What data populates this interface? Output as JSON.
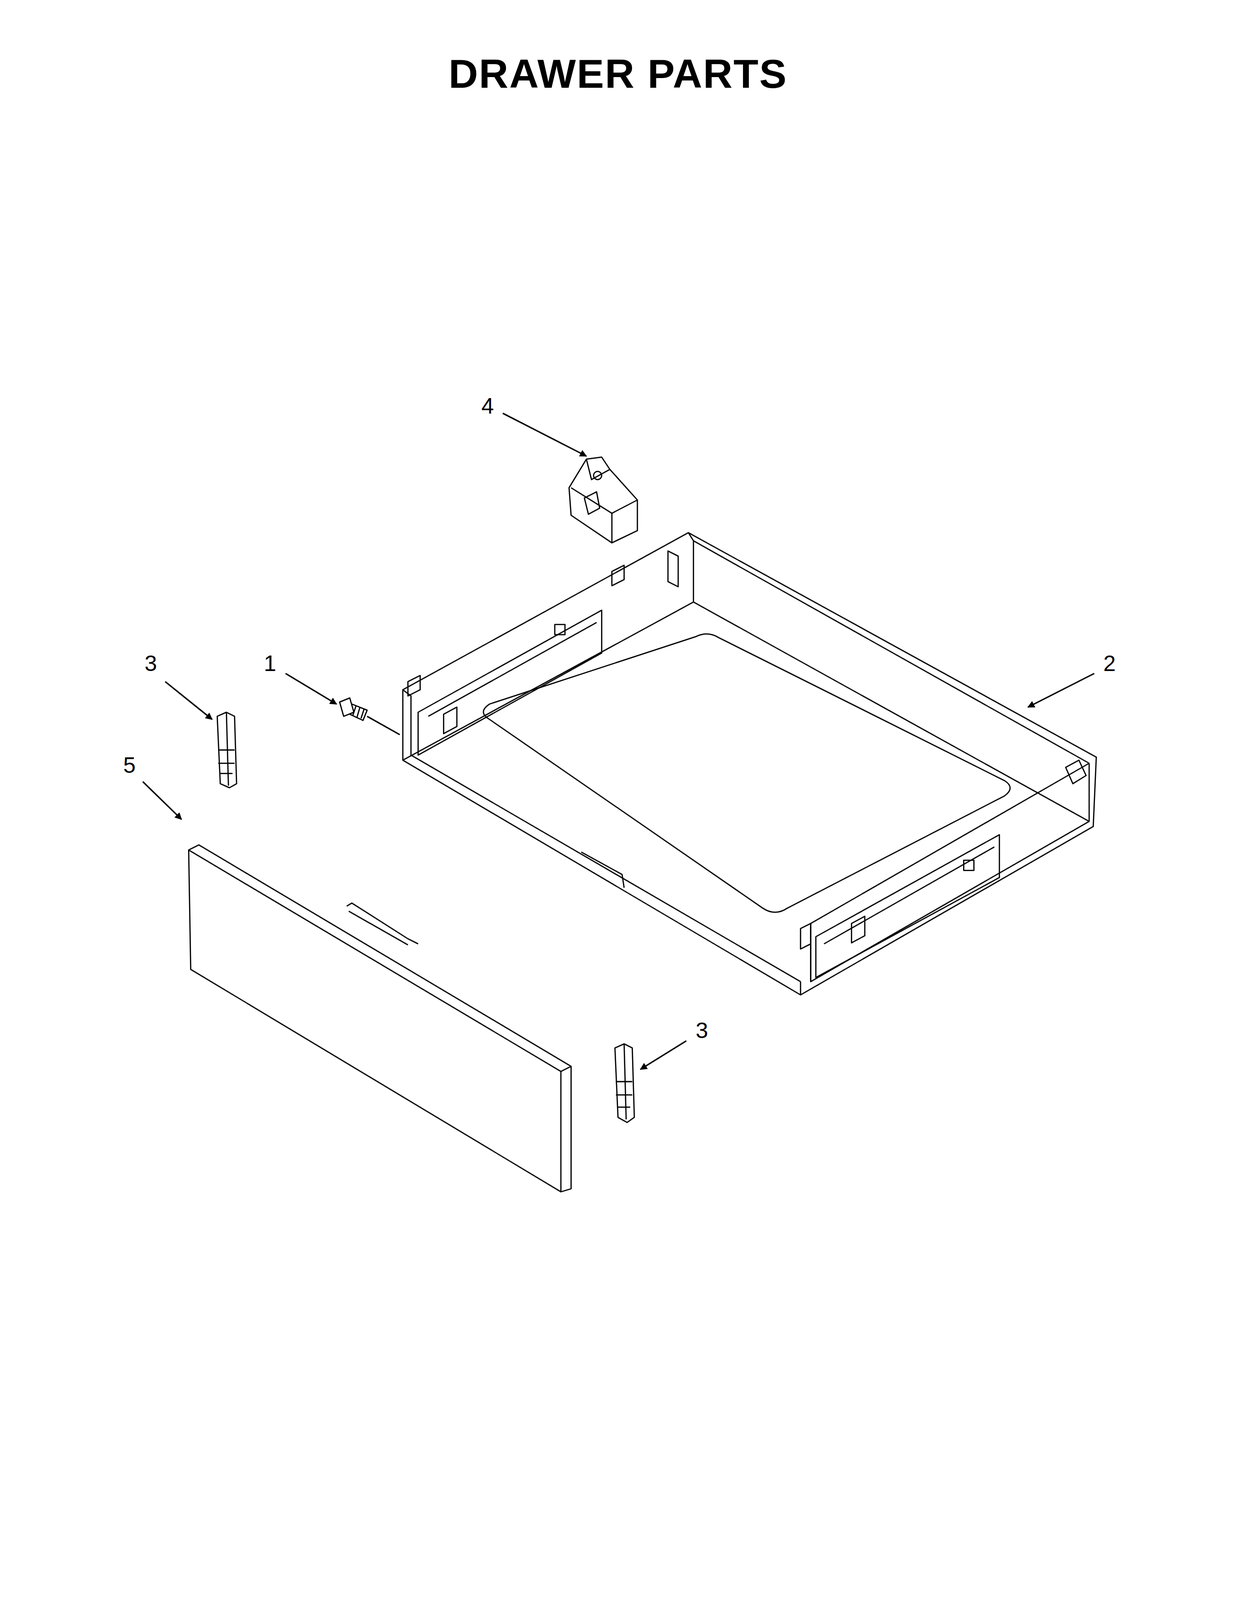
{
  "diagram": {
    "title": "DRAWER PARTS",
    "labels": [
      "4",
      "3",
      "1",
      "2",
      "5",
      "3"
    ]
  }
}
